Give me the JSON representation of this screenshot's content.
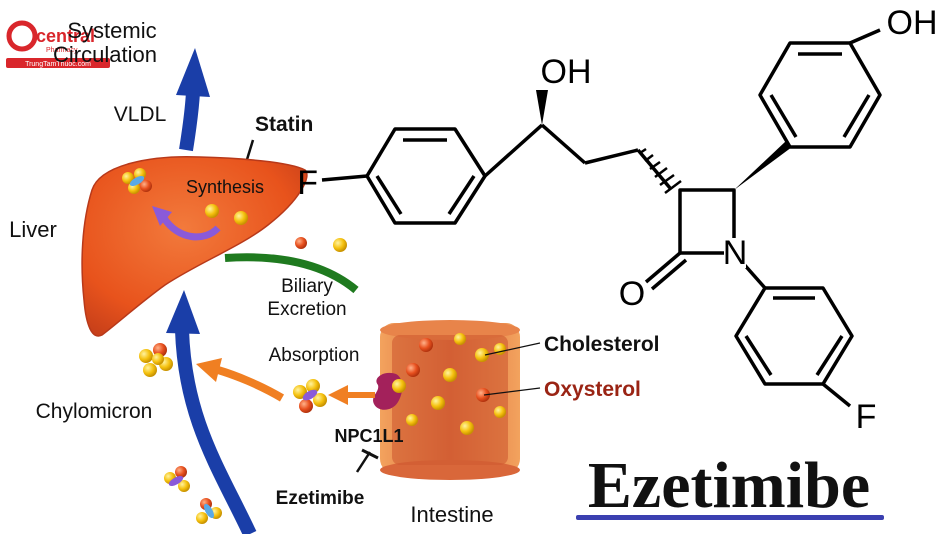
{
  "logo": {
    "brand": "central",
    "sub": "Pharmacy",
    "site": "TrungTamThuoc.com",
    "color": "#d9262b"
  },
  "labels": {
    "systemic_line1": "Systemic",
    "systemic_line2": "Circulation",
    "vldl": "VLDL",
    "statin": "Statin",
    "synthesis": "Synthesis",
    "liver": "Liver",
    "biliary_line1": "Biliary",
    "biliary_line2": "Excretion",
    "absorption": "Absorption",
    "chylomicron": "Chylomicron",
    "npc1l1": "NPC1L1",
    "ezetimibe_small": "Ezetimibe",
    "intestine": "Intestine",
    "cholesterol": "Cholesterol",
    "oxysterol": "Oxysterol"
  },
  "molecule": {
    "oh_top": "OH",
    "oh_right": "OH",
    "f_left": "F",
    "f_bottom": "F",
    "n": "N",
    "o": "O"
  },
  "title": "Ezetimibe",
  "colors": {
    "liver": "#e8531c",
    "arrow_blue": "#1a3ea8",
    "arrow_orange": "#f07f22",
    "bile_green": "#1f7a1f",
    "oxysterol_text": "#9a2414",
    "cholesterol_dot": "#f5c10e",
    "oxysterol_dot": "#e8501e",
    "npc1l1": "#a3215b",
    "underline": "#3b3fb0"
  }
}
